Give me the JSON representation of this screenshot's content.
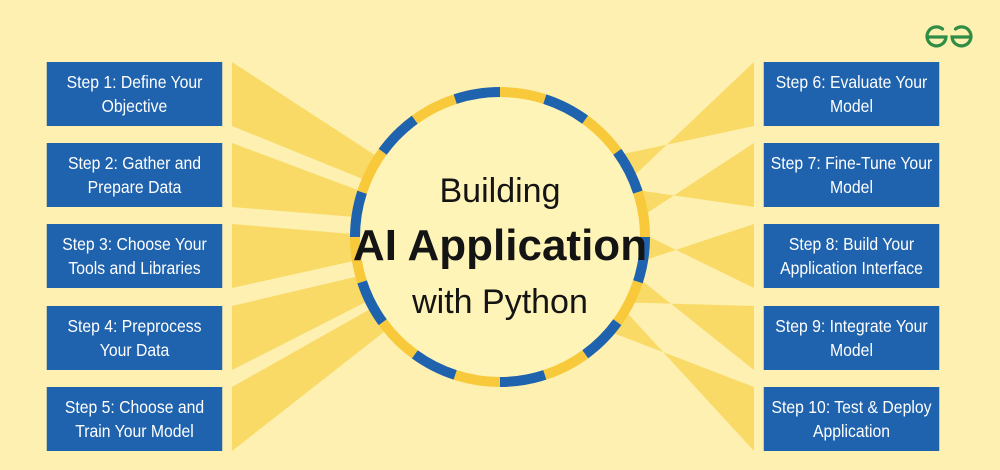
{
  "diagram": {
    "title_line1": "Building",
    "title_line2": "AI Application",
    "title_line3": "with Python",
    "steps_left": [
      "Step 1: Define Your Objective",
      "Step 2: Gather and Prepare Data",
      "Step 3: Choose Your Tools and Libraries",
      "Step 4: Preprocess Your Data",
      "Step 5: Choose and Train Your Model"
    ],
    "steps_right": [
      "Step 6: Evaluate Your Model",
      "Step 7: Fine-Tune Your Model",
      "Step 8: Build Your Application Interface",
      "Step 9: Integrate Your Model",
      "Step 10: Test & Deploy Application"
    ]
  },
  "colors": {
    "background": "#fdf0b0",
    "box": "#1f62ad",
    "ring_blue": "#1f62ad",
    "ring_yellow": "#f8c93a",
    "ray": "#f8d65a",
    "logo": "#2f8d46"
  },
  "icons": {
    "logo": "geeksforgeeks-logo-icon"
  }
}
